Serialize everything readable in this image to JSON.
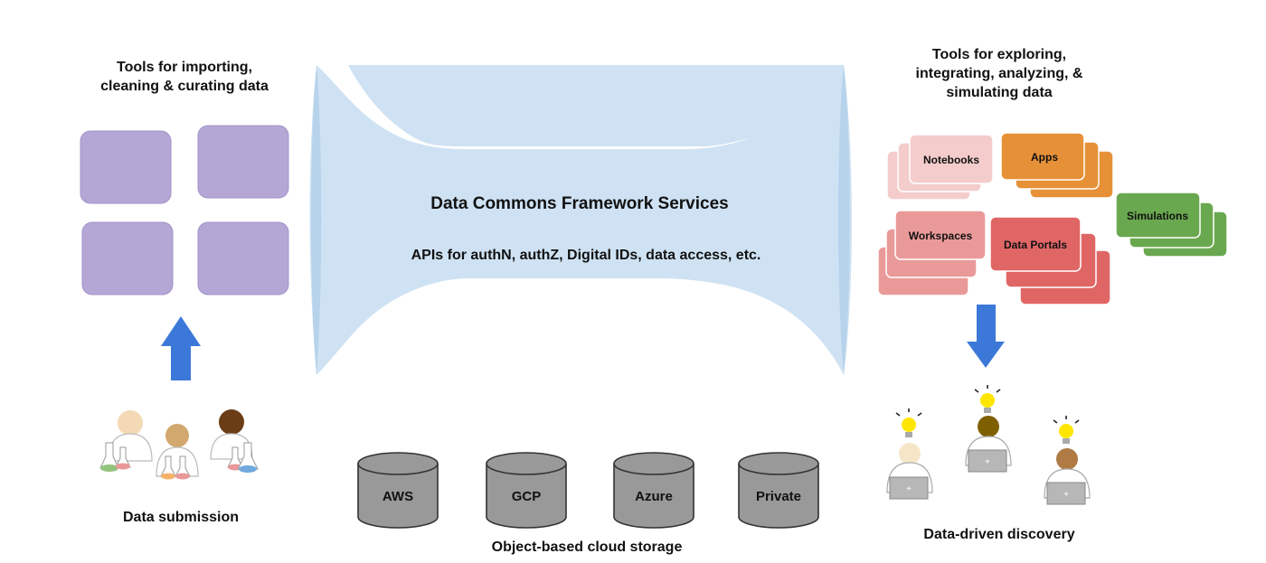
{
  "left_panel": {
    "title_lines": [
      "Tools for importing,",
      "cleaning & curating data"
    ],
    "caption": "Data submission",
    "tile_color": "#b4a7d6"
  },
  "center_panel": {
    "title": "Data Commons Framework Services",
    "subtitle": "APIs for authN, authZ, Digital IDs, data access, etc.",
    "shape_color": "#cfe2f3"
  },
  "storage": {
    "caption": "Object-based cloud storage",
    "providers": [
      "AWS",
      "GCP",
      "Azure",
      "Private"
    ],
    "color": "#999999"
  },
  "right_panel": {
    "title_lines": [
      "Tools for exploring,",
      "integrating, analyzing, &",
      "simulating data"
    ],
    "stacks": {
      "notebooks": "Notebooks",
      "apps": "Apps",
      "simulations": "Simulations",
      "workspaces": "Workspaces",
      "data_portals": "Data Portals"
    },
    "caption": "Data-driven discovery"
  },
  "colors": {
    "arrow": "#3c78d8",
    "notebooks": "#f4cccc",
    "apps": "#e69138",
    "simulations": "#6aa84f",
    "workspaces": "#ea9999",
    "data_portals": "#e06666",
    "bulb": "#ffe600"
  }
}
